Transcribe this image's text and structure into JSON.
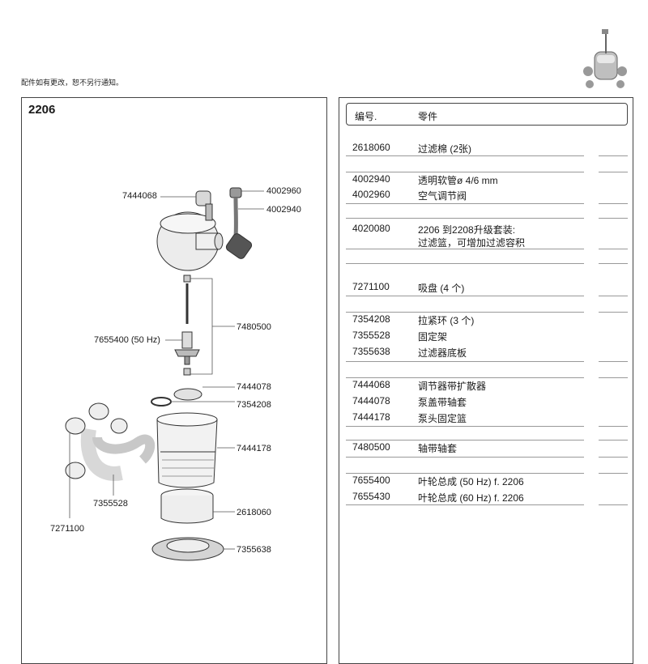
{
  "notice": "配件如有更改，恕不另行通知。",
  "model": "2206",
  "header": {
    "number": "编号.",
    "part": "零件"
  },
  "parts": [
    {
      "number": "2618060",
      "desc": "过滤棉 (2张)"
    },
    {
      "number": "4002940",
      "desc": "透明软管ø 4/6 mm"
    },
    {
      "number": "4002960",
      "desc": "空气调节阀"
    },
    {
      "number": "4020080",
      "desc": " 2206 到2208升级套装:",
      "desc2": "过滤篮，可增加过滤容积"
    },
    {
      "number": "7271100",
      "desc": "吸盘 (4 个)"
    },
    {
      "number": "7354208",
      "desc": "拉紧环 (3 个)"
    },
    {
      "number": "7355528",
      "desc": "固定架"
    },
    {
      "number": "7355638",
      "desc": "过滤器底板"
    },
    {
      "number": "7444068",
      "desc": "调节器带扩散器"
    },
    {
      "number": "7444078",
      "desc": "泵盖带轴套"
    },
    {
      "number": "7444178",
      "desc": "泵头固定篮"
    },
    {
      "number": "7480500",
      "desc": "轴带轴套"
    },
    {
      "number": "7655400",
      "desc": "叶轮总成 (50 Hz) f. 2206"
    },
    {
      "number": "7655430",
      "desc": "叶轮总成 (60 Hz) f. 2206"
    }
  ],
  "callouts": {
    "c7444068": "7444068",
    "c4002960": "4002960",
    "c4002940": "4002940",
    "c7480500": "7480500",
    "c7655400": "7655400 (50 Hz)",
    "c7444078": "7444078",
    "c7354208": "7354208",
    "c7444178": "7444178",
    "c7355528": "7355528",
    "c2618060": "2618060",
    "c7271100": "7271100",
    "c7355638": "7355638"
  }
}
